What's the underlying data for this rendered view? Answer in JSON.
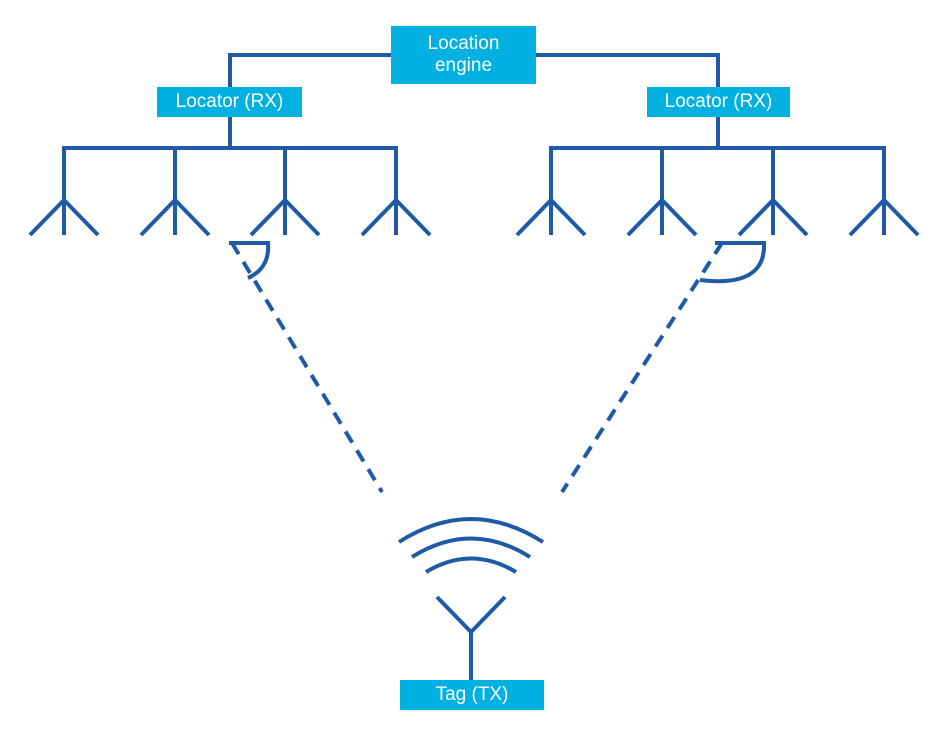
{
  "location_engine": {
    "label": "Location\nengine"
  },
  "locator_left": {
    "label": "Locator (RX)"
  },
  "locator_right": {
    "label": "Locator (RX)"
  },
  "tag": {
    "label": "Tag (TX)"
  },
  "colors": {
    "line": "#1f5aa6",
    "box_fill": "#00b0e0",
    "box_text": "#ffffff"
  },
  "icons": [
    "antenna-icon",
    "signal-waves-icon",
    "angle-arc-icon"
  ]
}
